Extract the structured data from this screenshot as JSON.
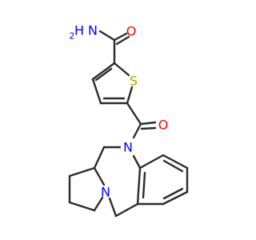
{
  "molecule": {
    "atom_labels": {
      "amide_n": "N",
      "amide_h": "H",
      "amide_h2": "2",
      "amide_o": "O",
      "thiophene_s": "S",
      "ketone_o": "O",
      "diazepine_n_aryl": "N",
      "diazepine_n_pyrrolidine": "N"
    },
    "colors": {
      "bond": "#2b2b2b",
      "oxygen": "#ff0000",
      "nitrogen": "#0000ff",
      "sulfur": "#b39a00"
    }
  }
}
